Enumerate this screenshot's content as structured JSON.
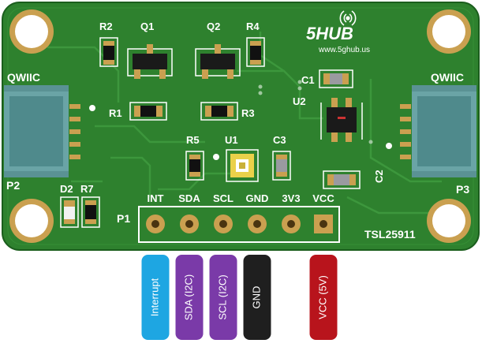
{
  "brand": {
    "logo_text": "5HUB",
    "website": "www.5ghub.us"
  },
  "board": {
    "part_number": "TSL25911",
    "header_ref": "P1",
    "connectors": [
      {
        "ref": "P2",
        "type": "QWIIC"
      },
      {
        "ref": "P3",
        "type": "QWIIC"
      }
    ],
    "components": [
      "R2",
      "Q1",
      "Q2",
      "R4",
      "R1",
      "R3",
      "C1",
      "U2",
      "R5",
      "U1",
      "C3",
      "C2",
      "D2",
      "R7"
    ]
  },
  "pins": [
    "INT",
    "SDA",
    "SCL",
    "GND",
    "3V3",
    "VCC"
  ],
  "pin_tags": [
    {
      "pin": "INT",
      "text": "Interrupt",
      "color": "#1ea6e2"
    },
    {
      "pin": "SDA",
      "text": "SDA (I2C)",
      "color": "#7a3aa8"
    },
    {
      "pin": "SCL",
      "text": "SCL (I2C)",
      "color": "#7a3aa8"
    },
    {
      "pin": "GND",
      "text": "GND",
      "color": "#1f1f1f"
    },
    {
      "pin": "VCC",
      "text": "VCC (5V)",
      "color": "#b8141c"
    }
  ],
  "colors": {
    "pcb": "#2c7d2c",
    "pcb_dark": "#1f6420",
    "gold": "#caa050"
  }
}
